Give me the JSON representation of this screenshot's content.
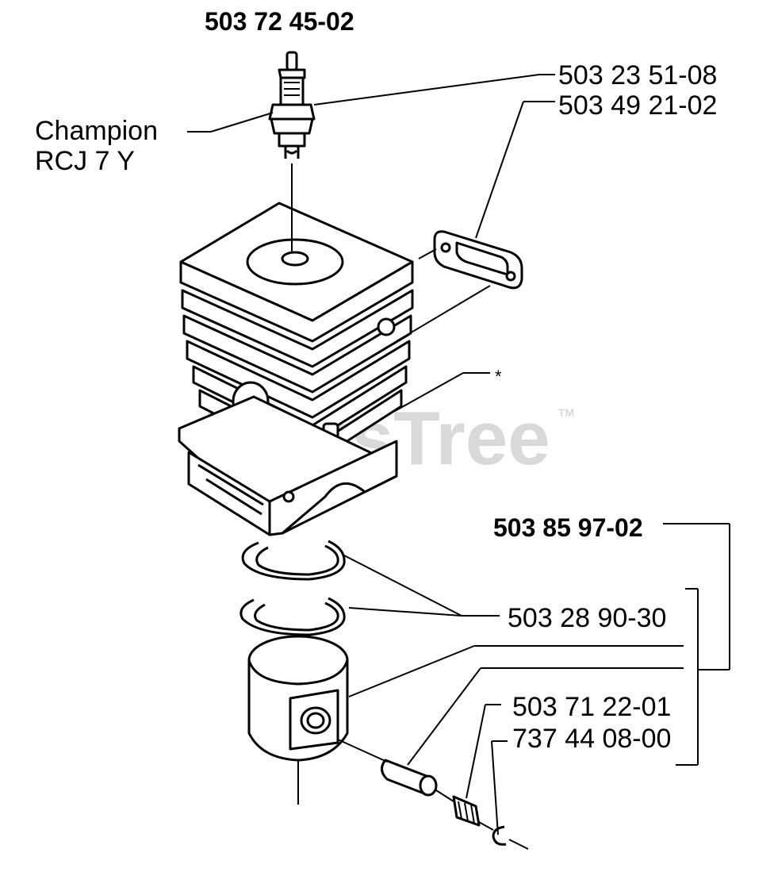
{
  "diagram": {
    "top_part_number": "503 72 45-02",
    "spark_plug_label_line1": "Champion",
    "spark_plug_label_line2": "RCJ 7 Y",
    "callouts": [
      "503 23 51-08",
      "503 49 21-02",
      "*",
      "503 85 97-02",
      "503 28 90-30",
      "503 71 22-01",
      "737 44 08-00"
    ],
    "watermark": "PartsTree",
    "watermark_tm": "TM"
  }
}
